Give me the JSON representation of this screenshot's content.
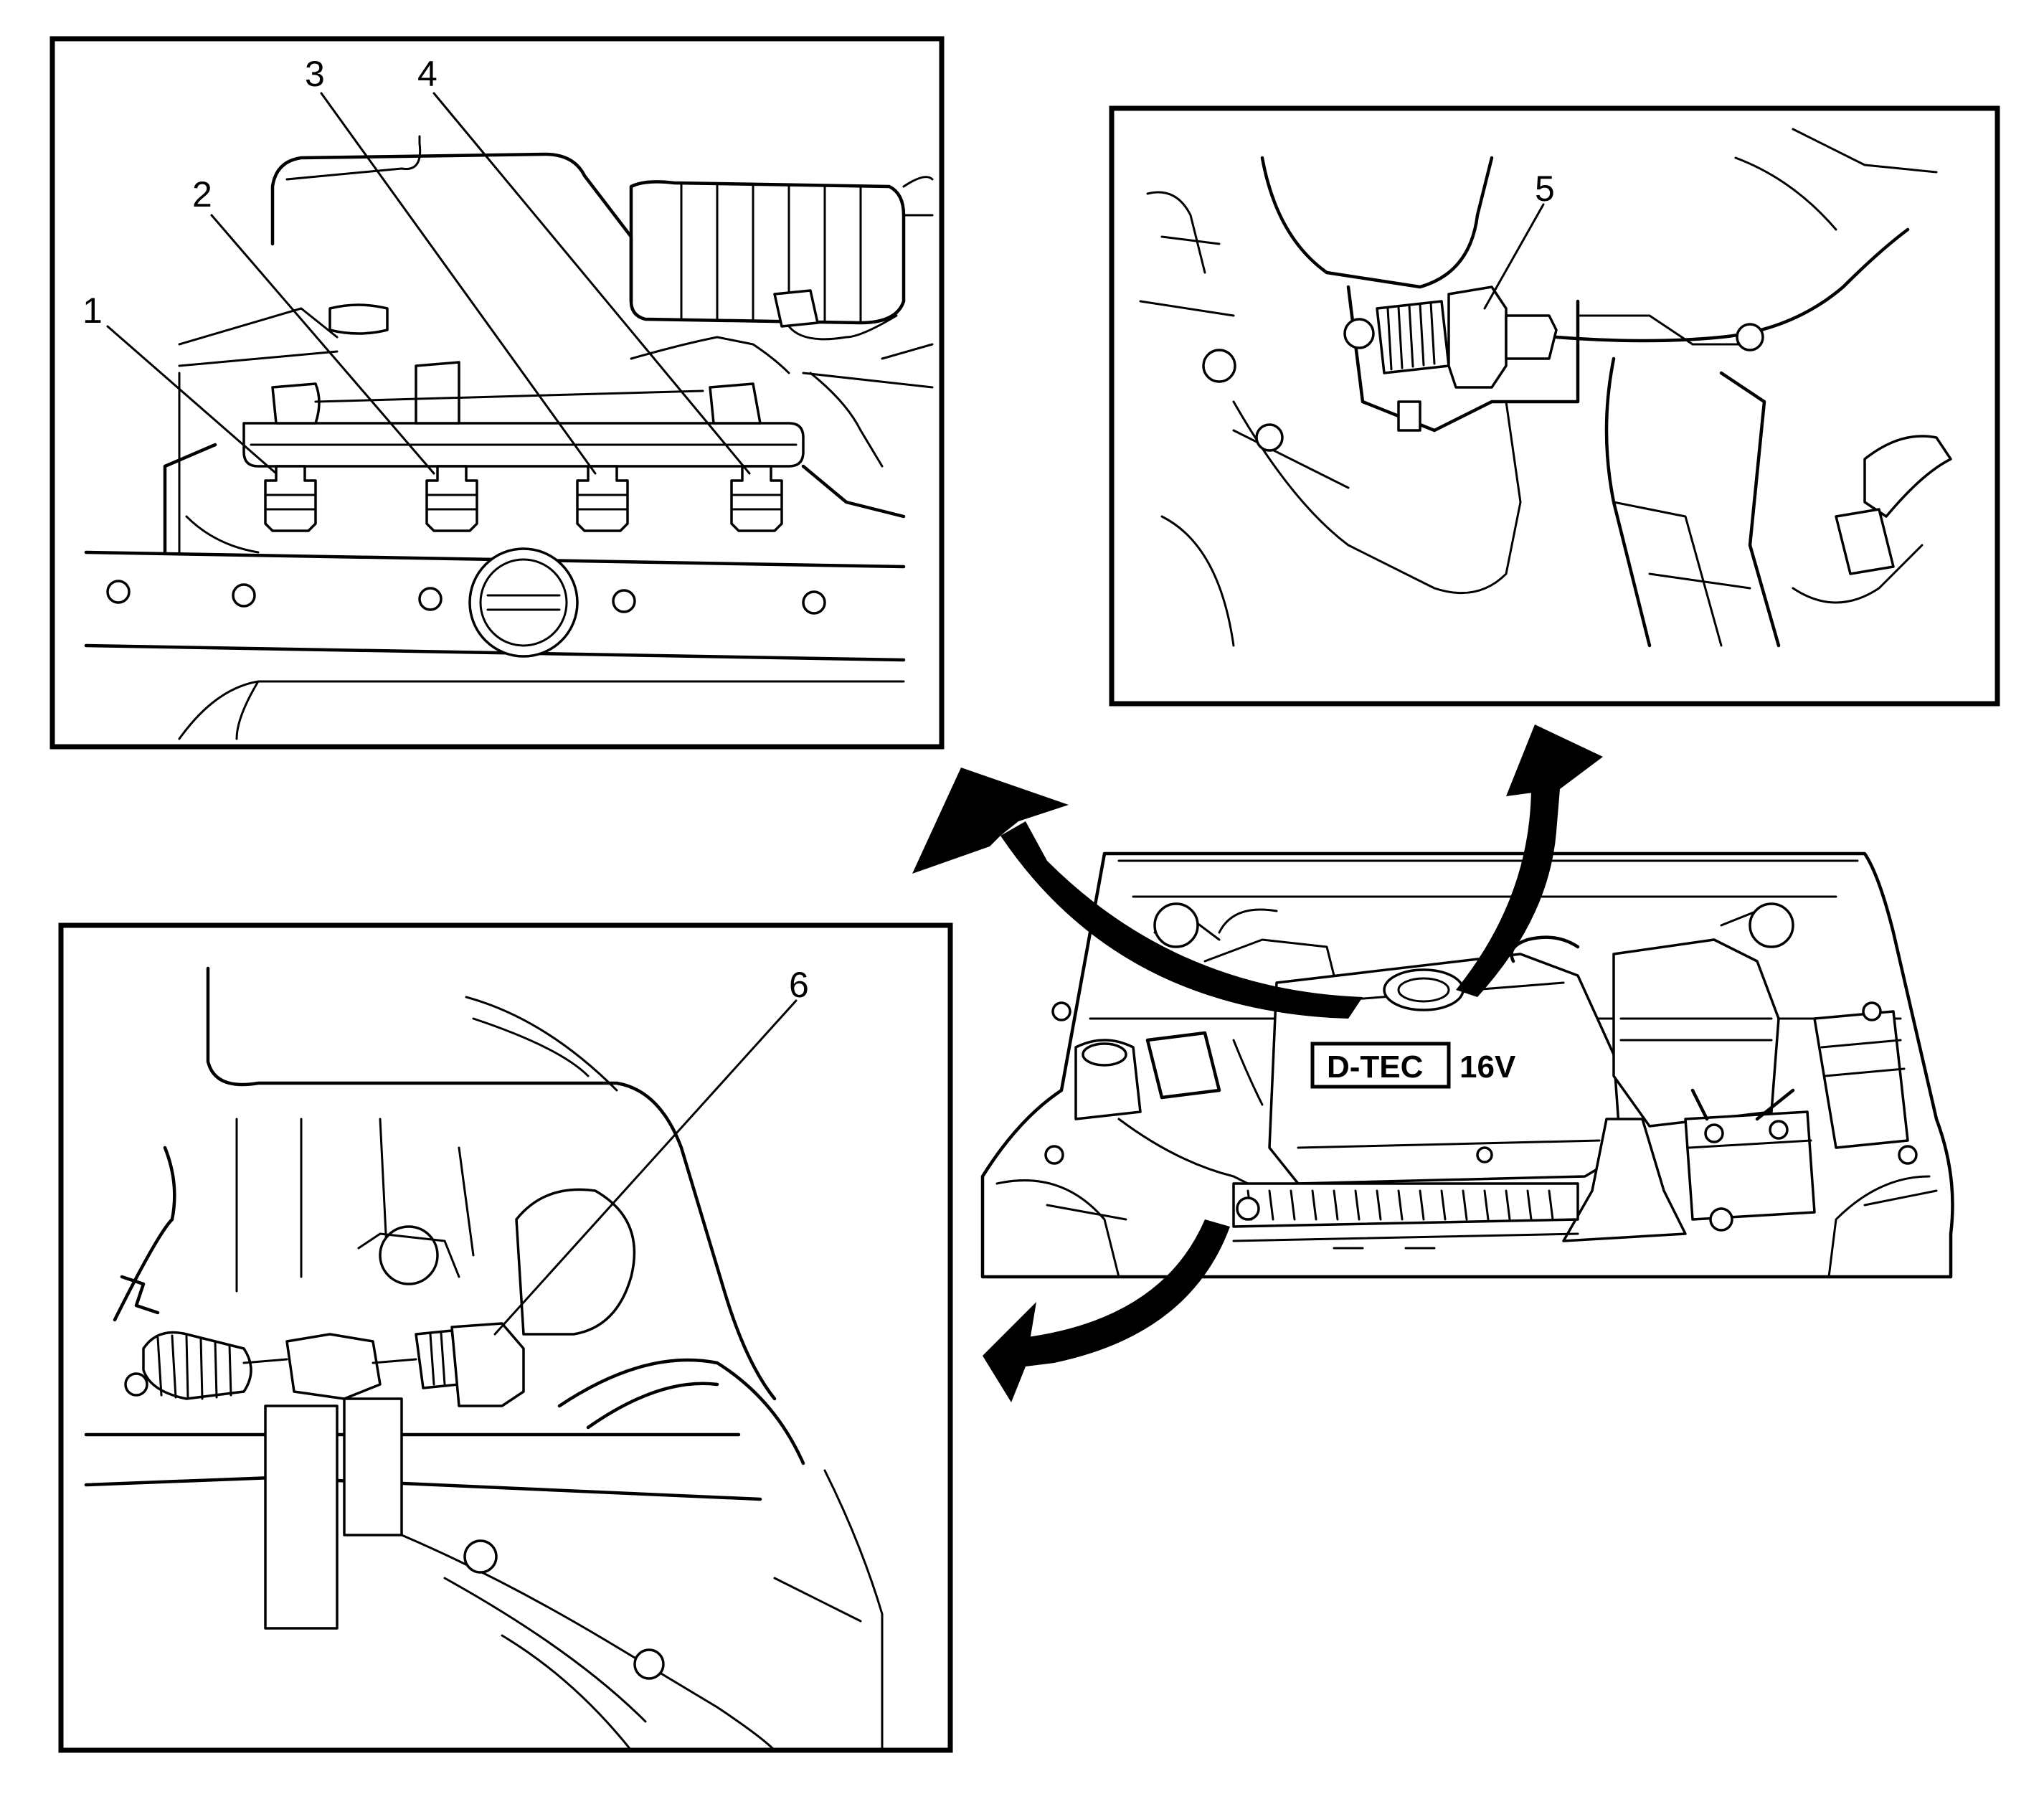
{
  "figure": {
    "callouts": [
      "1",
      "2",
      "3",
      "4",
      "5",
      "6"
    ],
    "engine_cover": {
      "brand": "D-TEC",
      "valves": "16V"
    }
  }
}
